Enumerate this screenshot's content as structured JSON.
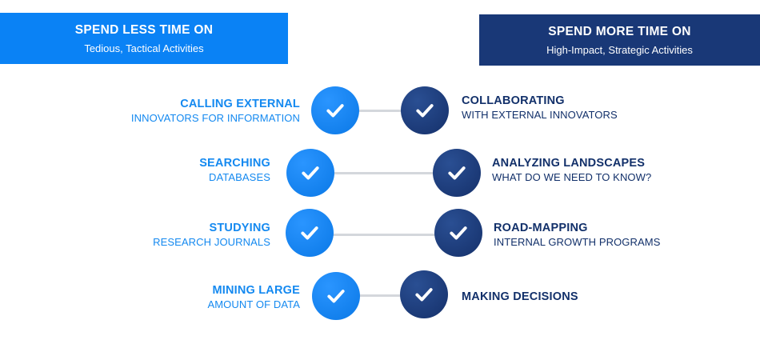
{
  "colors": {
    "left_accent": "#0a82f5",
    "right_accent": "#193877",
    "connector": "#d4d7dc"
  },
  "header": {
    "left": {
      "title": "SPEND LESS TIME ON",
      "subtitle": "Tedious, Tactical Activities"
    },
    "right": {
      "title": "SPEND MORE TIME ON",
      "subtitle": "High-Impact, Strategic Activities"
    }
  },
  "rows": [
    {
      "left": {
        "line1": "CALLING EXTERNAL",
        "line2": "INNOVATORS FOR INFORMATION"
      },
      "right": {
        "line1": "COLLABORATING",
        "line2": "WITH EXTERNAL INNOVATORS"
      }
    },
    {
      "left": {
        "line1": "SEARCHING",
        "line2": "DATABASES"
      },
      "right": {
        "line1": "ANALYZING LANDSCAPES",
        "line2": "WHAT DO WE NEED TO KNOW?"
      }
    },
    {
      "left": {
        "line1": "STUDYING",
        "line2": "RESEARCH JOURNALS"
      },
      "right": {
        "line1": "ROAD-MAPPING",
        "line2": "INTERNAL GROWTH PROGRAMS"
      }
    },
    {
      "left": {
        "line1": "MINING LARGE",
        "line2": "AMOUNT OF DATA"
      },
      "right": {
        "line1": "MAKING DECISIONS",
        "line2": ""
      }
    }
  ]
}
